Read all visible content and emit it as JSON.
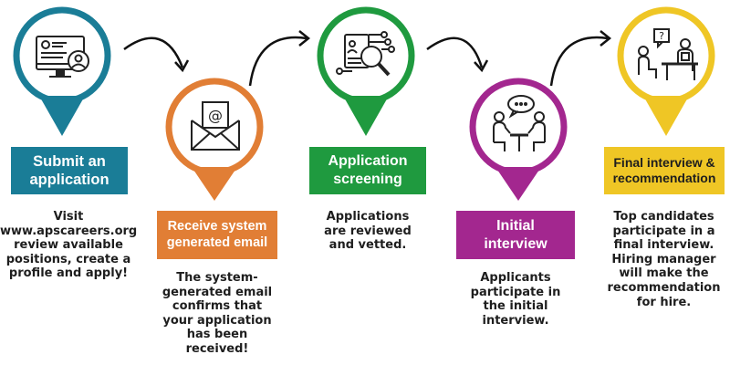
{
  "colors": {
    "step1": "#1a7d97",
    "step2": "#e17e35",
    "step3": "#1f9a3f",
    "step4": "#a3278f",
    "step5": "#efc625",
    "text": "#1e1e1e"
  },
  "icons": {
    "step1": "computer-applicant-icon",
    "step2": "envelope-email-icon",
    "step3": "magnifier-screening-icon",
    "step4": "interview-chat-icon",
    "step5": "final-interview-icon"
  },
  "steps": [
    {
      "title_lines": [
        "Submit an",
        "application"
      ],
      "description_lines": [
        "Visit",
        "www.apscareers.org",
        "review available",
        "positions, create a",
        "profile and apply!"
      ]
    },
    {
      "title_lines": [
        "Receive system",
        "generated email"
      ],
      "description_lines": [
        "The system-",
        "generated email",
        "confirms that",
        "your application",
        "has been",
        "received!"
      ]
    },
    {
      "title_lines": [
        "Application",
        "screening"
      ],
      "description_lines": [
        "Applications",
        "are reviewed",
        "and vetted."
      ]
    },
    {
      "title_lines": [
        "Initial",
        "interview"
      ],
      "description_lines": [
        "Applicants",
        "participate in",
        "the initial",
        "interview."
      ]
    },
    {
      "title_lines": [
        "Final interview &",
        "recommendation"
      ],
      "description_lines": [
        "Top candidates",
        "participate in a",
        "final interview.",
        "Hiring manager",
        "will make the",
        "recommendation",
        "for hire."
      ]
    }
  ]
}
